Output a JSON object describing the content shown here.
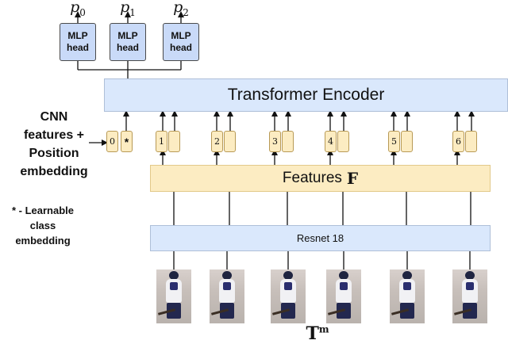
{
  "outputs": [
    {
      "symbol": "p",
      "index": "0"
    },
    {
      "symbol": "p",
      "index": "1"
    },
    {
      "symbol": "p",
      "index": "2"
    }
  ],
  "mlp_heads": [
    {
      "line1": "MLP",
      "line2": "head"
    },
    {
      "line1": "MLP",
      "line2": "head"
    },
    {
      "line1": "MLP",
      "line2": "head"
    }
  ],
  "transformer": {
    "label": "Transformer Encoder"
  },
  "tokens": {
    "labels": [
      "0",
      "*",
      "1",
      "2",
      "3",
      "4",
      "5",
      "6"
    ]
  },
  "side_labels": {
    "cnn": [
      "CNN",
      "features +",
      "Position",
      "embedding"
    ],
    "cls": [
      "* - Learnable",
      "class",
      "embedding"
    ]
  },
  "features": {
    "label": "Features",
    "symbol": "F"
  },
  "resnet": {
    "label": "Resnet 18"
  },
  "input": {
    "symbol": "T",
    "superscript": "m"
  },
  "colors": {
    "mlp_fill": "#c9daf8",
    "encoder_fill": "#dae8fc",
    "features_fill": "#fcecc2",
    "line": "#111111"
  }
}
